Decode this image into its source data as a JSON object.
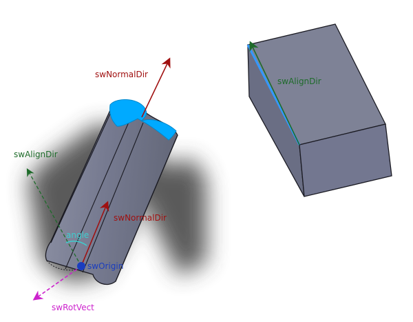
{
  "colors": {
    "normal": "#a01010",
    "align": "#1e6b2a",
    "rot": "#cc22cc",
    "angle": "#3ccfcf",
    "origin": "#1a3dbf",
    "face": "#00aaff",
    "body": "#7c8094",
    "body_dark": "#666a80",
    "edge": "#1a1a22"
  },
  "labels": {
    "normal_top": "swNormalDir",
    "normal_mid": "swNormalDir",
    "align_left": "swAlignDir",
    "align_right": "swAlignDir",
    "angle": "angle",
    "origin": "swOrigin",
    "rot": "swRotVect"
  }
}
